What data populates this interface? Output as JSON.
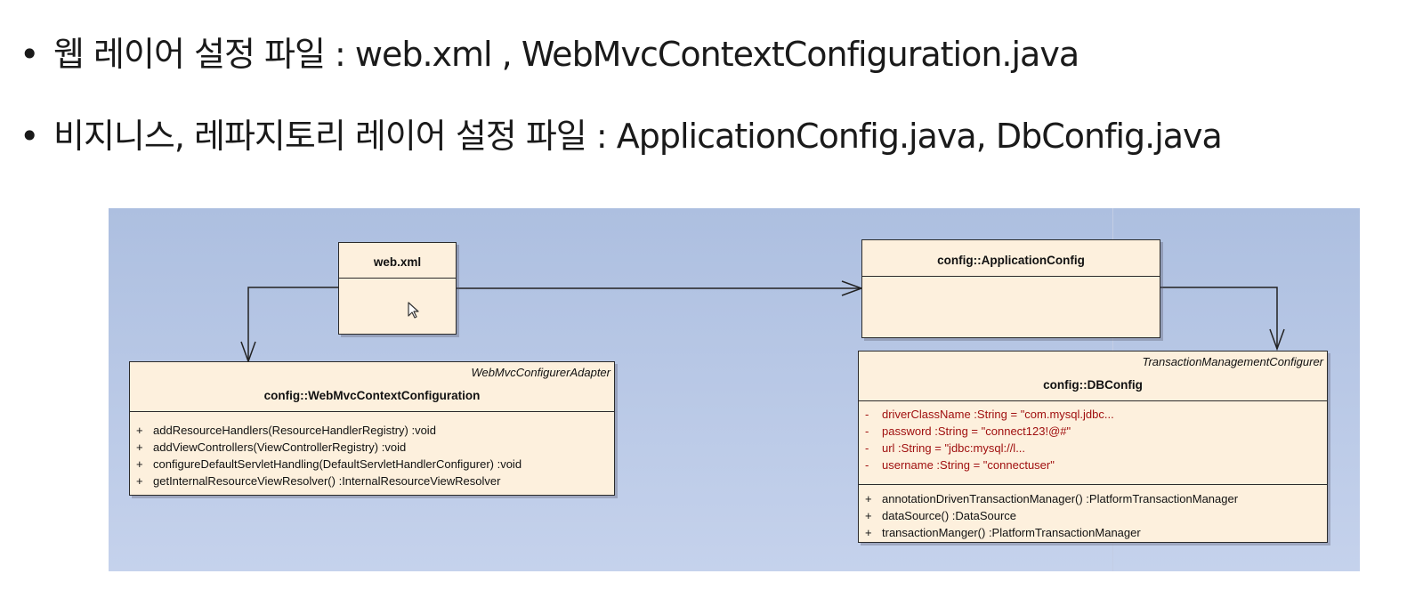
{
  "bullets": [
    {
      "symbol": "•",
      "text": "웹 레이어 설정 파일 : web.xml , WebMvcContextConfiguration.java"
    },
    {
      "symbol": "•",
      "text": "비지니스, 레파지토리 레이어 설정 파일 : ApplicationConfig.java, DbConfig.java"
    }
  ],
  "diagram": {
    "webxml": {
      "name": "web.xml"
    },
    "appconfig": {
      "name": "config::ApplicationConfig"
    },
    "webmvc": {
      "stereotype": "WebMvcConfigurerAdapter",
      "name": "config::WebMvcContextConfiguration",
      "operations": [
        {
          "vis": "+",
          "text": "addResourceHandlers(ResourceHandlerRegistry)  :void"
        },
        {
          "vis": "+",
          "text": "addViewControllers(ViewControllerRegistry)  :void"
        },
        {
          "vis": "+",
          "text": "configureDefaultServletHandling(DefaultServletHandlerConfigurer)  :void"
        },
        {
          "vis": "+",
          "text": "getInternalResourceViewResolver()  :InternalResourceViewResolver"
        }
      ]
    },
    "dbconfig": {
      "stereotype": "TransactionManagementConfigurer",
      "name": "config::DBConfig",
      "attributes": [
        {
          "vis": "-",
          "text": "driverClassName  :String = \"com.mysql.jdbc..."
        },
        {
          "vis": "-",
          "text": "password  :String = \"connect123!@#\""
        },
        {
          "vis": "-",
          "text": "url  :String = \"jdbc:mysql://l..."
        },
        {
          "vis": "-",
          "text": "username  :String = \"connectuser\""
        }
      ],
      "operations": [
        {
          "vis": "+",
          "text": "annotationDrivenTransactionManager()  :PlatformTransactionManager"
        },
        {
          "vis": "+",
          "text": "dataSource()  :DataSource"
        },
        {
          "vis": "+",
          "text": "transactionManger()  :PlatformTransactionManager"
        }
      ]
    },
    "colors": {
      "canvas_top": "#adbfe0",
      "canvas_bottom": "#c5d2ec",
      "class_fill": "#fdf0dd",
      "attribute_text": "#a01010"
    }
  }
}
